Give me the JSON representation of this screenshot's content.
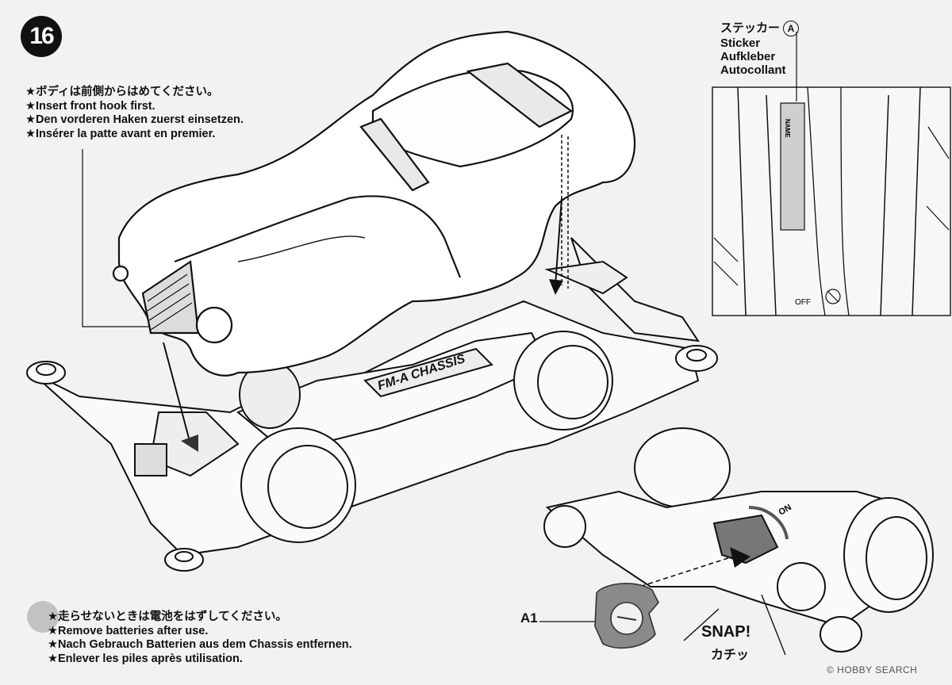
{
  "step": {
    "number": "16"
  },
  "body_note": {
    "lines": [
      "★ボディは前側からはめてください。",
      "★Insert front hook first.",
      "★Den vorderen Haken zuerst einsetzen.",
      "★Insérer la patte avant en premier."
    ]
  },
  "sticker": {
    "lines": [
      "ステッカー",
      "Sticker",
      "Aufkleber",
      "Autocollant"
    ],
    "part_letter": "A",
    "label_on_chassis": "NAME",
    "switch_label": "OFF"
  },
  "chassis_marking": "FM-A CHASSIS",
  "battery_note": {
    "lines": [
      "★走らせないときは電池をはずしてください。",
      "★Remove batteries after use.",
      "★Nach Gebrauch Batterien aus dem Chassis entfernen.",
      "★Enlever les piles après utilisation."
    ]
  },
  "part_label": "A1",
  "snap": {
    "en": "SNAP!",
    "jp": "カチッ"
  },
  "switch_text": "ON",
  "watermark": "© HOBBY SEARCH",
  "colors": {
    "background": "#f2f2f2",
    "line": "#111111",
    "part_fill": "#888888"
  }
}
